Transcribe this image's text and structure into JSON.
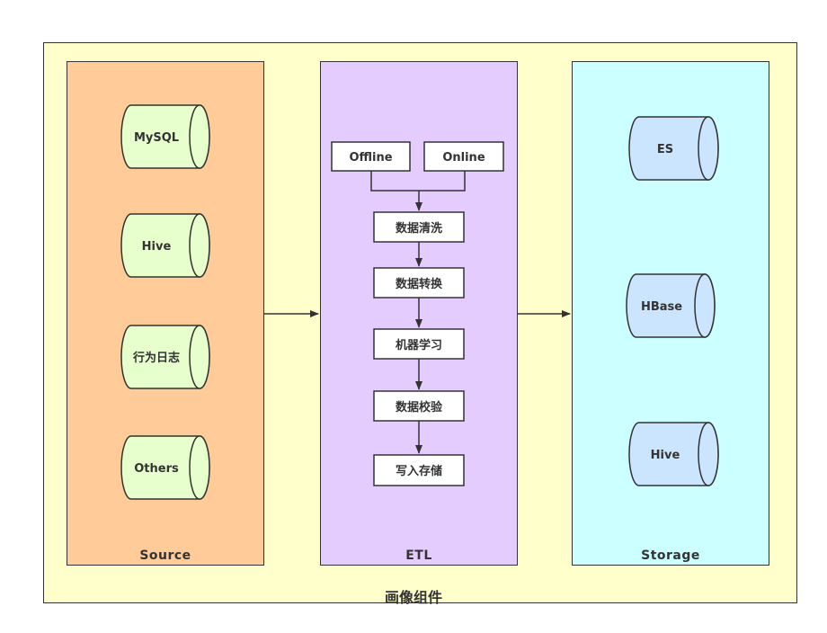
{
  "diagram": {
    "outer_title": "画像组件",
    "colors": {
      "outer_fill": "#ffffcc",
      "source_fill": "#ffcc99",
      "etl_fill": "#e5ccff",
      "storage_fill": "#ccffff",
      "source_db_fill": "#e6ffcc",
      "storage_db_fill": "#cce5ff",
      "stroke": "#333333"
    },
    "panels": {
      "source": {
        "label": "Source",
        "items": [
          "MySQL",
          "Hive",
          "行为日志",
          "Others"
        ]
      },
      "etl": {
        "label": "ETL",
        "modes": [
          "Offline",
          "Online"
        ],
        "steps": [
          "数据清洗",
          "数据转换",
          "机器学习",
          "数据校验",
          "写入存储"
        ]
      },
      "storage": {
        "label": "Storage",
        "items": [
          "ES",
          "HBase",
          "Hive"
        ]
      }
    }
  }
}
